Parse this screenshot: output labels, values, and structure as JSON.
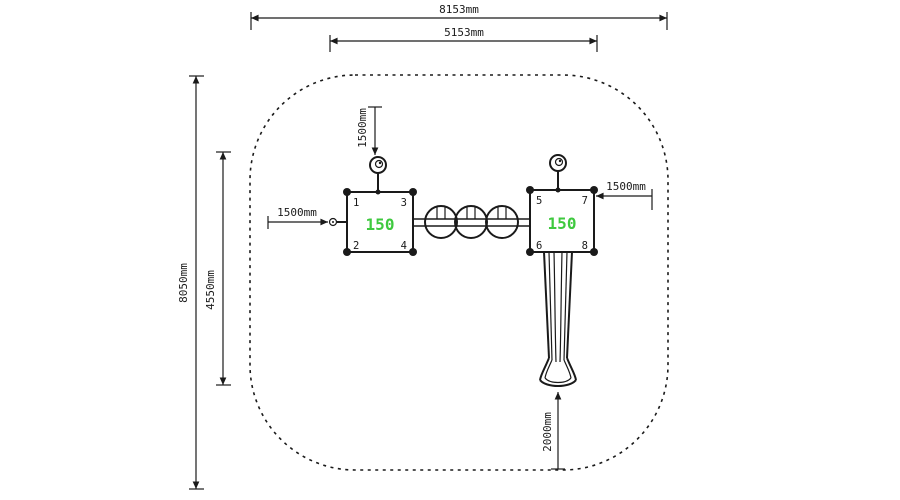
{
  "dimensions": {
    "overall_width": "8153mm",
    "inner_width": "5153mm",
    "overall_height": "8050mm",
    "inner_height": "4550mm",
    "post_height": "1500mm",
    "left_clearance": "1500mm",
    "right_clearance": "1500mm",
    "slide_clearance": "2000mm"
  },
  "platforms": {
    "left": {
      "corner_tl": "1",
      "corner_tr": "3",
      "corner_bl": "2",
      "corner_br": "4",
      "size_label": "150"
    },
    "right": {
      "corner_tl": "5",
      "corner_tr": "7",
      "corner_bl": "6",
      "corner_br": "8",
      "size_label": "150"
    }
  },
  "colors": {
    "line": "#1a1a1a",
    "accent_green": "#3fc93f",
    "background": "#ffffff"
  }
}
